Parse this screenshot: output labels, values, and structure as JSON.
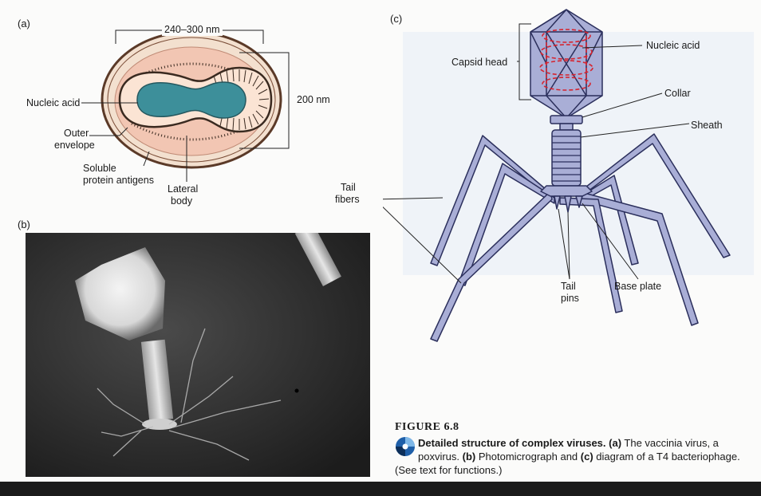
{
  "panel_a": {
    "letter": "(a)",
    "width_label": "240–300 nm",
    "height_label": "200 nm",
    "nucleic_acid": "Nucleic acid",
    "outer_envelope_1": "Outer",
    "outer_envelope_2": "envelope",
    "soluble_1": "Soluble",
    "soluble_2": "protein antigens",
    "lateral_1": "Lateral",
    "lateral_2": "body"
  },
  "panel_b": {
    "letter": "(b)"
  },
  "panel_c": {
    "letter": "(c)",
    "capsid_head": "Capsid head",
    "nucleic_acid": "Nucleic acid",
    "collar": "Collar",
    "sheath": "Sheath",
    "tail_fibers_1": "Tail",
    "tail_fibers_2": "fibers",
    "tail_pins_1": "Tail",
    "tail_pins_2": "pins",
    "base_plate": "Base plate"
  },
  "figure": {
    "number": "FIGURE 6.8",
    "caption_bold": "Detailed structure of complex viruses. (a)",
    "caption_1": " The vaccinia virus, a poxvirus. ",
    "caption_b": "(b)",
    "caption_2": " Photomicrograph and ",
    "caption_c": "(c)",
    "caption_3": " diagram of a T4 bacteriophage. (See text for functions.)"
  },
  "colors": {
    "phage_fill": "#a9aed6",
    "phage_stroke": "#2b2f5c",
    "envelope_pink": "#f0c7b4",
    "nucleic_teal": "#3d8f9a",
    "dna_red": "#d6242f",
    "page_bg": "#fbfbfa",
    "background_panel": "#e4eaf4"
  }
}
